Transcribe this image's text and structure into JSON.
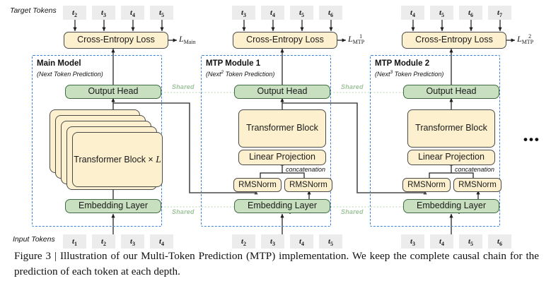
{
  "figure": {
    "caption": "Figure 3 | Illustration of our Multi-Token Prediction (MTP) implementation.  We keep the complete causal chain for the prediction of each token at each depth.",
    "ellipsis": "•••"
  },
  "row_labels": {
    "target": "Target Tokens",
    "input": "Input Tokens"
  },
  "shared_label": "Shared",
  "concat_label": "concatenation",
  "columns": [
    {
      "id": "main-model",
      "title": "Main Model",
      "subtitle_pre": "(Next",
      "subtitle_sup": "",
      "subtitle_post": " Token Prediction)",
      "loss_box": "Cross-Entropy Loss",
      "loss_symbol_base": "L",
      "loss_symbol_sub": "Main",
      "loss_symbol_sup": "",
      "target_tokens": [
        "t2",
        "t3",
        "t4",
        "t5"
      ],
      "input_tokens": [
        "t1",
        "t2",
        "t3",
        "t4"
      ],
      "output_head": "Output Head",
      "trunk": "Transformer Block × L",
      "embedding": "Embedding Layer"
    },
    {
      "id": "mtp-module-1",
      "title": "MTP Module 1",
      "subtitle_pre": "(Next",
      "subtitle_sup": "2",
      "subtitle_post": " Token Prediction)",
      "loss_box": "Cross-Entropy Loss",
      "loss_symbol_base": "L",
      "loss_symbol_sub": "MTP",
      "loss_symbol_sup": "1",
      "target_tokens": [
        "t3",
        "t4",
        "t5",
        "t6"
      ],
      "input_tokens": [
        "t2",
        "t3",
        "t4",
        "t5"
      ],
      "output_head": "Output Head",
      "transformer": "Transformer Block",
      "linear": "Linear Projection",
      "norm_left": "RMSNorm",
      "norm_right": "RMSNorm",
      "embedding": "Embedding Layer"
    },
    {
      "id": "mtp-module-2",
      "title": "MTP Module 2",
      "subtitle_pre": "(Next",
      "subtitle_sup": "3",
      "subtitle_post": " Token Prediction)",
      "loss_box": "Cross-Entropy Loss",
      "loss_symbol_base": "L",
      "loss_symbol_sub": "MTP",
      "loss_symbol_sup": "2",
      "target_tokens": [
        "t4",
        "t5",
        "t6",
        "t7"
      ],
      "input_tokens": [
        "t3",
        "t4",
        "t5",
        "t6"
      ],
      "output_head": "Output Head",
      "transformer": "Transformer Block",
      "linear": "Linear Projection",
      "norm_left": "RMSNorm",
      "norm_right": "RMSNorm",
      "embedding": "Embedding Layer"
    }
  ],
  "colors": {
    "module_border": "#3b82d6",
    "yellow_fill": "#fdf0ce",
    "green_fill": "#c8e0c0",
    "token_fill": "#ececec",
    "shared_text": "#9ec49a",
    "wire": "#4a4a4a"
  }
}
